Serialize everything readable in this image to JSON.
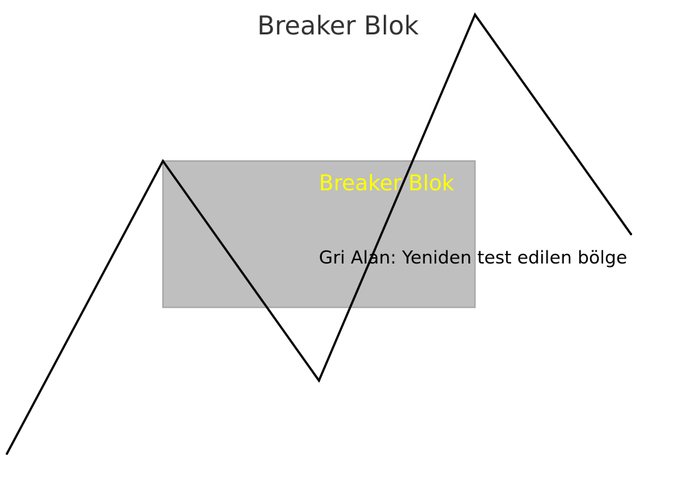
{
  "chart_data": {
    "type": "line",
    "title": "Breaker Blok",
    "xlabel": "",
    "ylabel": "",
    "xlim": [
      0,
      8.4
    ],
    "ylim": [
      0.6,
      7.2
    ],
    "axes_visible": false,
    "grid": false,
    "series": [
      {
        "color": "#000000",
        "x": [
          0,
          2,
          4,
          6,
          8
        ],
        "y": [
          1,
          5,
          2,
          7,
          4
        ]
      }
    ],
    "zone": {
      "x": [
        2,
        6
      ],
      "y": [
        3,
        5
      ],
      "color": "#bfbfbf"
    },
    "annotations": [
      {
        "text": "Breaker Blok",
        "x": 4,
        "y": 4.6,
        "color": "#ffff00"
      },
      {
        "text": "Gri Alan: Yeniden test edilen bölge",
        "x": 4,
        "y": 3.6,
        "color": "#000000"
      }
    ]
  }
}
